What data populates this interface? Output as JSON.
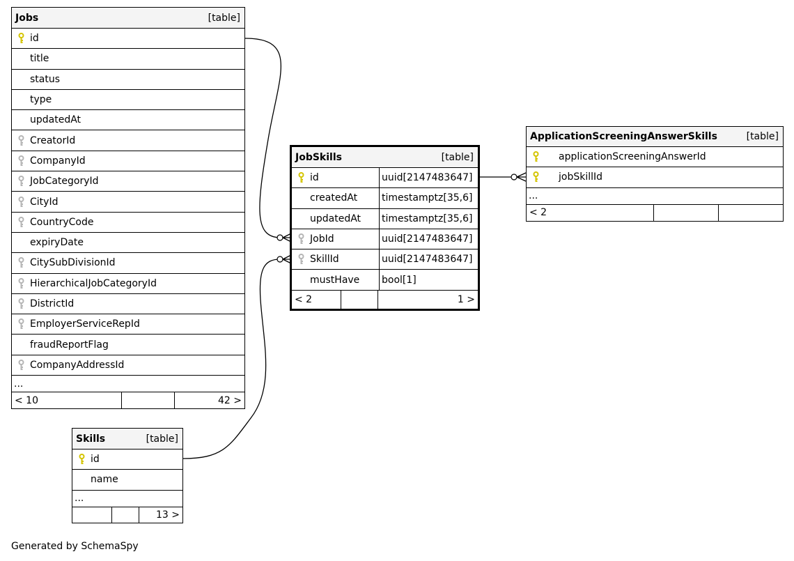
{
  "colors": {
    "primary_key": "#d4c400",
    "foreign_key": "#b5b5b5",
    "header_bg": "#f4f4f4"
  },
  "tables": {
    "jobs": {
      "name": "Jobs",
      "kind": "[table]",
      "columns": [
        {
          "name": "id",
          "key": "primary"
        },
        {
          "name": "title",
          "key": "none"
        },
        {
          "name": "status",
          "key": "none"
        },
        {
          "name": "type",
          "key": "none"
        },
        {
          "name": "updatedAt",
          "key": "none"
        },
        {
          "name": "CreatorId",
          "key": "foreign"
        },
        {
          "name": "CompanyId",
          "key": "foreign"
        },
        {
          "name": "JobCategoryId",
          "key": "foreign"
        },
        {
          "name": "CityId",
          "key": "foreign"
        },
        {
          "name": "CountryCode",
          "key": "foreign"
        },
        {
          "name": "expiryDate",
          "key": "none"
        },
        {
          "name": "CitySubDivisionId",
          "key": "foreign"
        },
        {
          "name": "HierarchicalJobCategoryId",
          "key": "foreign"
        },
        {
          "name": "DistrictId",
          "key": "foreign"
        },
        {
          "name": "EmployerServiceRepId",
          "key": "foreign"
        },
        {
          "name": "fraudReportFlag",
          "key": "none"
        },
        {
          "name": "CompanyAddressId",
          "key": "foreign"
        }
      ],
      "ellipsis": "...",
      "footer": {
        "parents": "< 10",
        "rows": "",
        "children": "42 >"
      }
    },
    "jobSkills": {
      "name": "JobSkills",
      "kind": "[table]",
      "columns": [
        {
          "name": "id",
          "type": "uuid[2147483647]",
          "key": "primary"
        },
        {
          "name": "createdAt",
          "type": "timestamptz[35,6]",
          "key": "none"
        },
        {
          "name": "updatedAt",
          "type": "timestamptz[35,6]",
          "key": "none"
        },
        {
          "name": "JobId",
          "type": "uuid[2147483647]",
          "key": "foreign"
        },
        {
          "name": "SkillId",
          "type": "uuid[2147483647]",
          "key": "foreign"
        },
        {
          "name": "mustHave",
          "type": "bool[1]",
          "key": "none"
        }
      ],
      "footer": {
        "parents": "< 2",
        "rows": "",
        "children": "1 >"
      }
    },
    "appScreening": {
      "name": "ApplicationScreeningAnswerSkills",
      "kind": "[table]",
      "columns": [
        {
          "name": "applicationScreeningAnswerId",
          "key": "primary"
        },
        {
          "name": "jobSkillId",
          "key": "primary"
        }
      ],
      "ellipsis": "...",
      "footer": {
        "parents": "< 2",
        "rows": "",
        "children": ""
      }
    },
    "skills": {
      "name": "Skills",
      "kind": "[table]",
      "columns": [
        {
          "name": "id",
          "key": "primary"
        },
        {
          "name": "name",
          "key": "none"
        }
      ],
      "ellipsis": "...",
      "footer": {
        "parents": "",
        "rows": "",
        "children": "13 >"
      }
    }
  },
  "generated_by": "Generated by SchemaSpy"
}
